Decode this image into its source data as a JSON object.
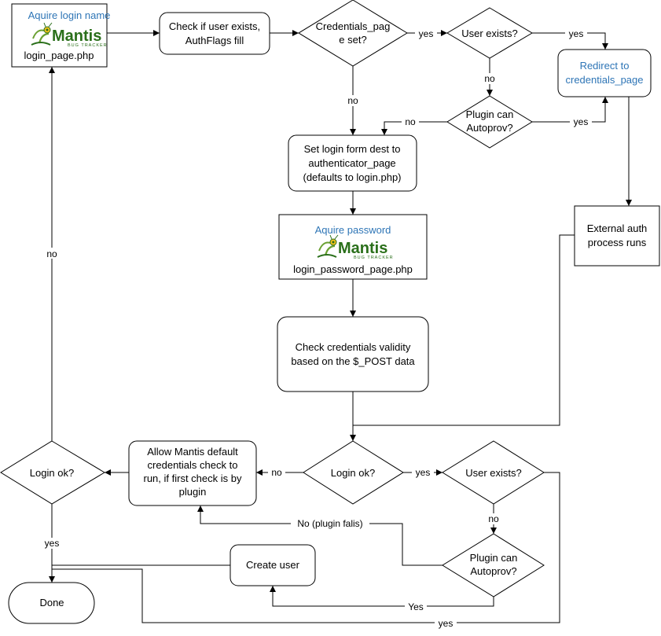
{
  "colors": {
    "accent_text": "#2e75b6",
    "logo_green": "#2a6f1a",
    "line": "#000000"
  },
  "logo": {
    "word": "Mantis",
    "subtitle": "BUG TRACKER"
  },
  "nodes": {
    "login_page": {
      "title": "Aquire login name",
      "caption": "login_page.php"
    },
    "check_user": {
      "line1": "Check if user exists,",
      "line2": "AuthFlags fill"
    },
    "credentials_set": {
      "line1": "Credentials_pag",
      "line2": "e set?"
    },
    "user_exists_top": {
      "line1": "User exists?"
    },
    "redirect": {
      "line1": "Redirect to",
      "line2": "credentials_page"
    },
    "plugin_top": {
      "line1": "Plugin can",
      "line2": "Autoprov?"
    },
    "set_dest": {
      "line1": "Set login form dest to",
      "line2": "authenticator_page",
      "line3": "(defaults to login.php)"
    },
    "external_auth": {
      "line1": "External auth",
      "line2": "process runs"
    },
    "password_page": {
      "title": "Aquire password",
      "caption": "login_password_page.php"
    },
    "check_credentials": {
      "line1": "Check credentials validity",
      "line2": "based on the $_POST data"
    },
    "login_ok_mid": {
      "line1": "Login ok?"
    },
    "user_exists_bottom": {
      "line1": "User exists?"
    },
    "allow_default": {
      "line1": "Allow Mantis default",
      "line2": "credentials check to",
      "line3": "run, if first check is by",
      "line4": "plugin"
    },
    "login_ok_left": {
      "line1": "Login ok?"
    },
    "plugin_bottom": {
      "line1": "Plugin can",
      "line2": "Autoprov?"
    },
    "create_user": {
      "line1": "Create user"
    },
    "done": {
      "line1": "Done"
    }
  },
  "edge_labels": {
    "cred_yes": "yes",
    "cred_no": "no",
    "user_top_yes": "yes",
    "user_top_no": "no",
    "plugin_top_no": "no",
    "plugin_top_yes": "yes",
    "login_left_no": "no",
    "login_left_yes": "yes",
    "login_mid_no": "no",
    "login_mid_yes": "yes",
    "user_bottom_no": "no",
    "plugin_bottom_fail": "No (plugin falis)",
    "plugin_bottom_yes": "Yes",
    "user_bottom_yes": "yes"
  }
}
